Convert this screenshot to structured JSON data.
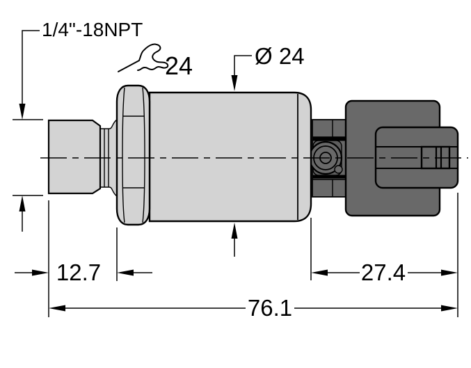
{
  "labels": {
    "thread_spec": "1/4\"-18NPT",
    "wrench_size": "24",
    "diameter": "Ø 24",
    "dim_port_length": "12.7",
    "dim_connector_length": "27.4",
    "dim_overall_length": "76.1"
  },
  "colors": {
    "background": "#ffffff",
    "metal_light": "#d3d3d3",
    "connector_dark": "#696969",
    "connector_plate": "#5e5e5e",
    "line": "#000000"
  }
}
